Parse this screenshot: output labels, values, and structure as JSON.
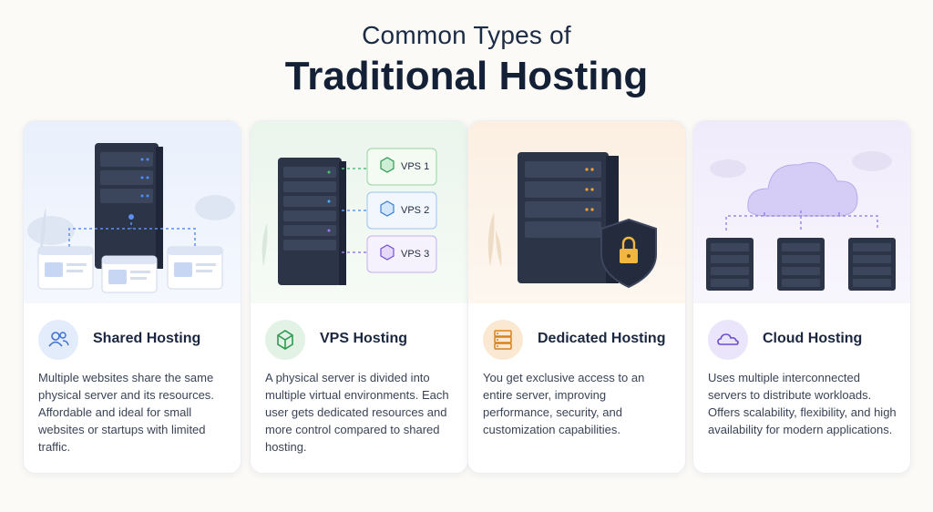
{
  "header": {
    "line1": "Common Types of",
    "line2": "Traditional Hosting"
  },
  "colors": {
    "shared": "#e6eefb",
    "vps": "#e9f4ea",
    "dedicated": "#fbeee1",
    "cloud": "#efeafb",
    "server": "#2c3448"
  },
  "cards": [
    {
      "title": "Shared Hosting",
      "icon": "users-icon",
      "description": "Multiple websites share the same physical server and its resources. Affordable and ideal for small websites or startups with limited traffic."
    },
    {
      "title": "VPS Hosting",
      "icon": "cube-icon",
      "description": "A physical server is divided into multiple virtual environments. Each user gets dedicated resources and more control compared to shared hosting.",
      "vps_labels": [
        "VPS 1",
        "VPS 2",
        "VPS 3"
      ]
    },
    {
      "title": "Dedicated Hosting",
      "icon": "server-icon",
      "description": "You get exclusive access to an entire server, improving performance, security, and customization capabilities."
    },
    {
      "title": "Cloud Hosting",
      "icon": "cloud-icon",
      "description": "Uses multiple interconnected servers to distribute workloads. Offers scalability, flexibility, and high availability for modern applications."
    }
  ]
}
